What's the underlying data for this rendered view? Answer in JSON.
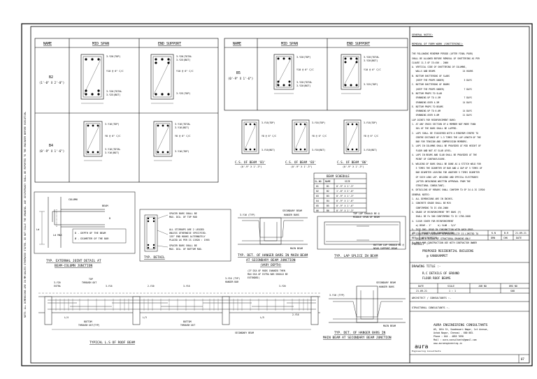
{
  "sheet": {
    "margin_note": "NOTE: ALL DIMENSIONS ARE IN MM UNLESS OTHERWISE STATED. DO NOT SCALE THE DRAWING. ANY DISCREPANCY SHALL BE REPORTED TO THE ENGINEER BEFORE EXECUTION.",
    "sheet_no": "07"
  },
  "table_left": {
    "headers": [
      "NAME",
      "MID SPAN",
      "END SUPPORT"
    ],
    "rows": [
      {
        "name": "B2",
        "size": "(1'-0\" X 2'-0\")",
        "mid": [
          "3-Y20(TOP)",
          "Y10 @ 6\" C/C",
          "3-Y20(TOTAL",
          "3-Y25(BOT)"
        ],
        "end": [
          "3-Y20(TOTAL",
          "3-Y25(BOT)",
          "Y10 @ 6\" C/C",
          "3-Y25(TOP)"
        ]
      },
      {
        "name": "B4",
        "size": "(0'-9\" X 1'-6\")",
        "mid": [
          "3-Y16(TOP)",
          "Y8 @ 6\" C/C",
          "3-Y16(TOTAL",
          "3-Y16(BOT)"
        ],
        "end": [
          "3-Y16(TOTAL",
          "3-Y16(BOT)",
          "Y8 @ 6\" C/C",
          "3-Y16(TOP)"
        ]
      }
    ]
  },
  "table_mid": {
    "headers": [
      "NAME",
      "MID SPAN",
      "END SUPPORT"
    ],
    "row": {
      "name": "B5",
      "size": "(0'-9\" X 1'-6\")",
      "mid": [
        "3-Y20(TOP)",
        "Y10 @ 6\" C/C",
        "3-Y20(TOTAL",
        "3-Y20(BOT)"
      ],
      "end": [
        "3-Y20(TOTAL",
        "3-Y20(BOT)",
        "Y10 @ 6\" C/C",
        "3-Y25(TOP)"
      ]
    }
  },
  "cs": [
    {
      "title": "C.S. OF BEAM 'B1'",
      "size": "(0'-9\" X 1'-3\")",
      "labels": [
        "3-Y16(TOP)",
        "Y8 @ 6\" C/C",
        "3-Y16(BOT)"
      ]
    },
    {
      "title": "C.S. OF BEAM 'B3'",
      "size": "(0'-9\" X 1'-3\")",
      "labels": [
        "3-Y16(TOP)",
        "Y8 @ 6\" C/C",
        "3-Y16(BOT)"
      ]
    },
    {
      "title": "C.S. OF BEAM 'B6'",
      "size": "(0'-9\" X 1'-3\")",
      "labels": [
        "3-Y16(TOP)",
        "Y8 @ 6\" C/C",
        "3-Y16(BOT)"
      ]
    }
  ],
  "beam_schedule": {
    "title": "BEAM SCHEDULE",
    "headers": [
      "SL.NO",
      "NAME",
      "SIZE"
    ],
    "rows": [
      [
        "01",
        "B1",
        "0'-9\" X 1'-3\""
      ],
      [
        "02",
        "B2",
        "1'-0\" X 2'-0\""
      ],
      [
        "03",
        "B3",
        "0'-9\" X 1'-3\""
      ],
      [
        "04",
        "B4",
        "0'-9\" X 1'-6\""
      ],
      [
        "05",
        "B5",
        "0'-9\" X 1'-6\""
      ],
      [
        "06",
        "B6",
        "0'-9\" X 1'-3\""
      ]
    ]
  },
  "ext_joint": {
    "labels": [
      "COLUMN",
      "BEAM",
      "D",
      "Ld",
      "Ld MAX",
      "D - DEPTH OF THE BEAM",
      "Ø - DIAMETER OF THE BAR"
    ],
    "title": [
      "TYP. EXTERNAL JOINT DETAIL AT",
      "BEAM-COLUMN JUNCTION"
    ]
  },
  "typ_detail": {
    "notes": [
      "SPACER BARS SHALL BE",
      "MAX. DIA. OF TOP ROD",
      "ALL STIRRUPS ARE 2 LEGGED",
      "UNLESS OTHERWISE SPECIFIED.",
      "135° END HOOKS ALTERNATELY",
      "PLACED AS PER IS 13920 : 1993",
      "SPACER BARS SHALL BE",
      "MAX. DIA. OF BOTTOM ROD."
    ],
    "title": "TYP. DETAIL"
  },
  "hanger_vary": {
    "labels": [
      "3-Y16 (TYP)",
      "SECONDARY BEAM",
      "HANGER BARS",
      "MAIN BEAM"
    ],
    "title": [
      "TYP. DET. OF HANGER BARS IN MAIN BEAM",
      "AT SECONDARY BEAM JUNCTION",
      "(VARY DEPTH)"
    ]
  },
  "lap_splice": {
    "labels": [
      "TOP LAP SHOULD BE @",
      "MIDDLE SPAN OF BEAM",
      "BOTTOM LAP SHOULD BE @",
      "NEAR SUPPORT BEAM"
    ],
    "title": "TYP. LAP SPLICE IN BEAM"
  },
  "long_section": {
    "labels": [
      "3-Y20",
      "EXTRA",
      "TOP",
      "THROUGH OUT",
      "3-Y16",
      "2-Y20",
      "BOTTOM",
      "THROUGH OUT(TYP)",
      "BOTTOM",
      "THROUGH OUT",
      "L/4",
      "L/3",
      "L/5",
      "3-Y16",
      "3-Y20",
      "2-Y16",
      "3-Y16 (TYP)",
      "HANGER BAR",
      "(IF DIA OF RODS CHANGED THEN",
      "MAX DIA OF EXTRA BAR SHOULD BE",
      "EXTENDED)",
      "SECONDARY BEAM"
    ],
    "title": "TYPICAL L.S OF ROOF BEAM"
  },
  "hanger_main": {
    "labels": [
      "3-Y16 (TYP)",
      "SECONDARY BEAM",
      "HANGER BARS",
      "MAIN BEAM"
    ],
    "title": [
      "TYP. DET. OF HANGER BARS IN",
      "MAIN BEAM AT SECONDARY BEAM JUNCTION"
    ]
  },
  "general_notes": {
    "title1": "GENERAL NOTES:",
    "title2": "REMOVAL OF FORM WORK (SHUTTERING):",
    "lines": [
      "THE FOLLOWING MINIMUM PERIOD (AFTER FINAL POUR)",
      "SHALL BE ALLOWED BEFORE REMOVAL OF SHUTTERING AS PER",
      "CLAUSE 11.3 OF IS:456 - 2000",
      "A. VERTICAL SIDE OF SHUTTERING OF COLUMNS,",
      "   WALLS AND BEAMS                     24 HOURS",
      "B. BOTTOM SHUTTERING OF SLABS",
      "   (KEEP THE PROPS UNDER)               3 DAYS",
      "C. BOTTOM SHUTTERING OF BEAMS",
      "   (KEEP THE PROPS UNDER)               7 DAYS",
      "D. BOTTOM PROPS TO SLAB",
      "   SPANNING UP TO 4.5M                  7 DAYS",
      "   SPANNING OVER 4.5M                  14 DAYS",
      "E. BOTTOM PROPS TO BEAMS",
      "   SPANNING UP TO 6.0M                 14 DAYS",
      "   SPANNING OVER 6.0M                  21 DAYS",
      "LAP JOINTS FOR REINFORCEMENT BARS:",
      "1. AT ANY CROSS SECTION OF A MEMBER NOT MORE THAN",
      "   50% OF THE BARS SHALL BE LAPPED.",
      "2. LAPS SHALL BE STAGGERED WITH A MINIMUM CENTRE TO",
      "   CENTRE DISTANCE OF 1.3 TIMES THE LAP LENGTH OF THE",
      "   BAR FOR TENSION AND COMPRESSION MEMBERS.",
      "3. LAPS IN COLUMNS SHALL BE PROVIDED AT MID HEIGHT OF",
      "   FLOOR AND NOT AT SLAB LEVEL.",
      "4. LAPS IN BEAMS AND SLAB SHALL BE PROVIDED AT THE",
      "   POINT OF CONTRAFLEXURE.",
      "5. WELDING OF BARS SHALL BE DONE AS A STITCH WELD FOR",
      "   5 TIMES THE DIAMETER OF BAR AND A GAP OF 5 TIMES OF",
      "   BAR DIAMETER LEAVING FOR ANOTHER 5 TIMES DIAMETER",
      "   OF SUCH LONG LAP. WELDING AND SPECIAL ELECTRODES",
      "   (AFTER OBTAINING WRITTEN APPROVAL FROM THE",
      "   STRUCTURAL CONSULTANT).",
      "6. DETAILING OF REBARS SHALL CONFIRM TO SP 34 & IS 13920",
      "GENERAL NOTES:",
      "1. ALL DIMENSIONS ARE IN INCHES.",
      "2. CONCRETE GRADE SHALL BE M25",
      "   CONFIRMING TO IS 456-2000",
      "3. GRADE OF REINFORCEMENT TMT BARS (Y)",
      "   SHALL BE Fe 500 CONFIRMING TO IS 1786-2008",
      "4. CLEAR COVER FOR REINFORCEMENT",
      "   a) BEAM - 1\"     b) SLAB - 3/4\"",
      "5. THIS DRG. READ IN CONJUNCTION WITH ARCH.DRGS.",
      "6. STRUCTURAL ENGINEER RESPONSIBILITY IS LIMITED TO",
      "   DESIGN & ISSUAL OF STRUCTURAL DRAWING ONLY",
      "7. ONLY FOR CONSTRUCTION USE WITH CONTRACTOR OWNER"
    ]
  },
  "revision": {
    "row1": [
      "00",
      "ISSUED FOR CONSTRUCTION",
      "K.N",
      "B.R",
      "21.09.21"
    ],
    "row2": [
      "REV",
      "DESCRIPTION",
      "DRN",
      "CHK",
      "DATE"
    ]
  },
  "project": {
    "label": "PROJECT :-",
    "name": [
      "PROPOSED RESIDENTIAL BUILDING",
      "@ VANUVAMPET"
    ]
  },
  "drawing": {
    "label": "DRAWING TITLE :-",
    "name": [
      "R.C DETAILS OF GROUND",
      "FLOOR ROOF BEAMS"
    ],
    "meta_headers": [
      "DATE",
      "SCALE",
      "JOB NO",
      "DRG NO"
    ],
    "meta_values": [
      "21.09.21",
      "1 : 1",
      "",
      "S08"
    ]
  },
  "architect": "ARCHITECT / CONSULTANTS :-",
  "structural": "STRUCTURAL CONSULTANTS :-",
  "consultant": {
    "name": "AURA ENGINEERING CONSULTANTS",
    "address": [
      "#5, 10th St, Sowdeswari Nagar, 1st Avenue,",
      "Ashok Nagar, Chennai - 600 083.",
      "Phone : 044 - 4855 7690",
      "Mail : aura.consultants@gmail.com",
      "www.auraengineering.in"
    ],
    "logo_word": "aura",
    "logo_sub": "Engineering Consultants"
  },
  "colors": {
    "line": "#000000",
    "background": "#ffffff"
  }
}
